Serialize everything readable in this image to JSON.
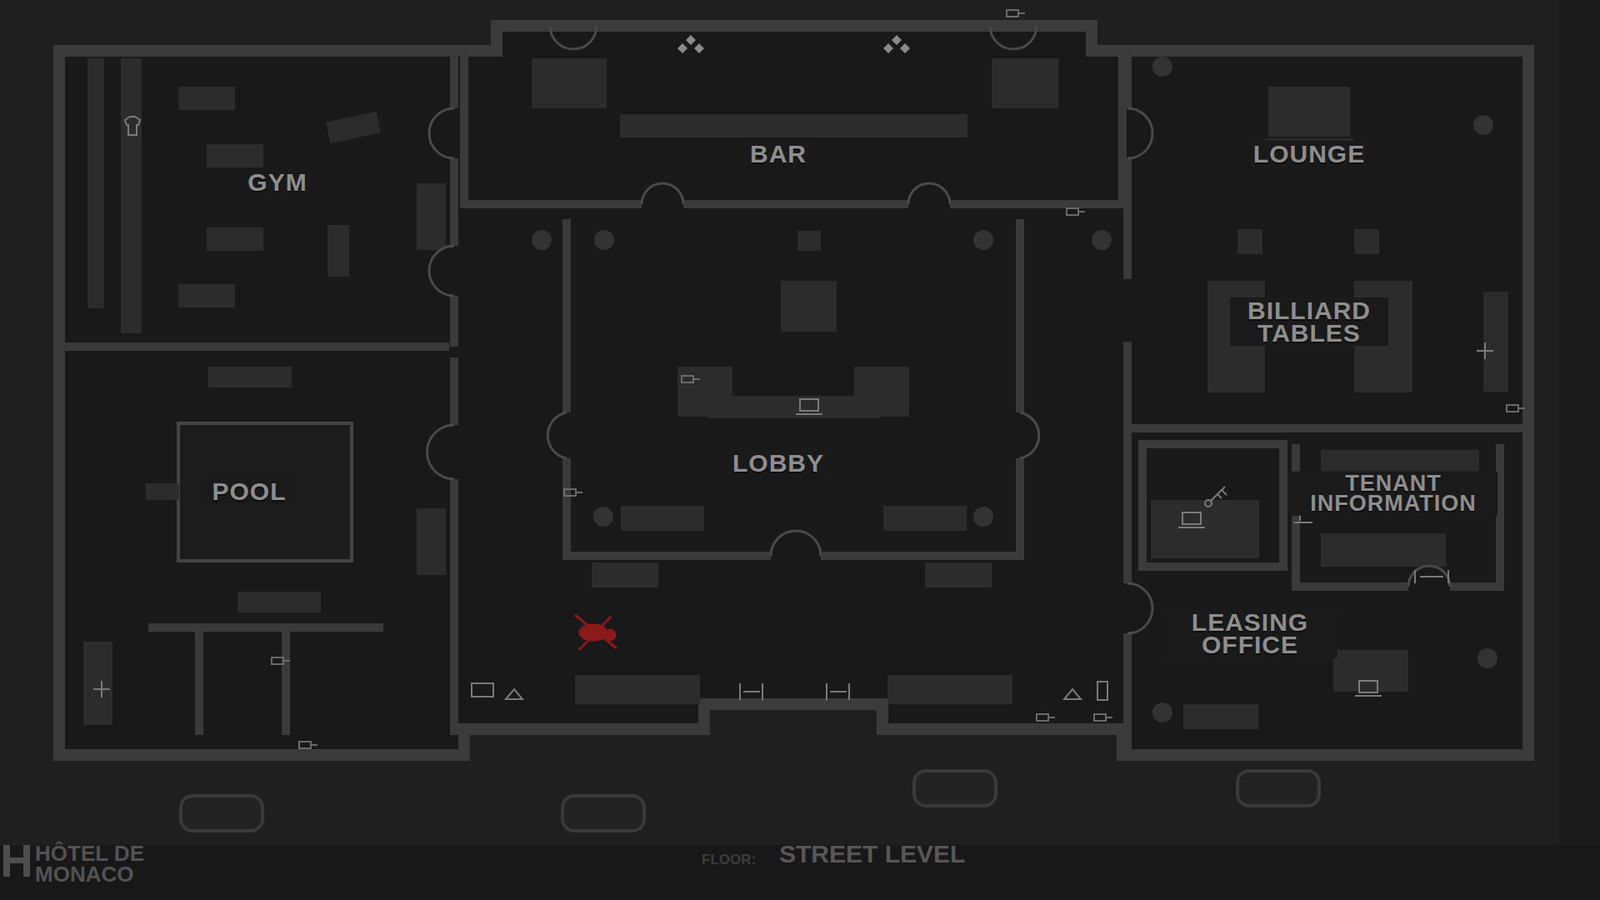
{
  "diagram": {
    "title": "HÔTEL DE MONACO",
    "nodes": [
      {
        "text": [
          "GYM"
        ]
      },
      {
        "text": [
          "BAR"
        ]
      },
      {
        "text": [
          "LOUNGE"
        ]
      },
      {
        "text": [
          "BILLIARD TABLES"
        ]
      },
      {
        "text": [
          "POOL"
        ]
      },
      {
        "text": [
          "LOBBY"
        ]
      },
      {
        "text": [
          "TENANT INFORMATION"
        ]
      },
      {
        "text": [
          "LEASING OFFICE"
        ]
      }
    ],
    "labels": [
      "FLOOR:",
      "STREET LEVEL"
    ]
  }
}
